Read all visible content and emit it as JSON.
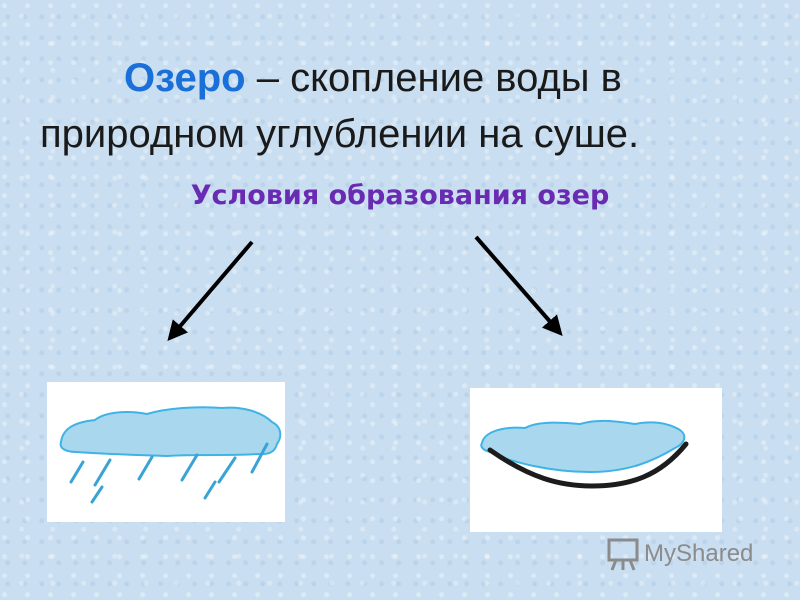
{
  "definition": {
    "term": "Озеро",
    "rest_line1": " – скопление воды в",
    "line2": "природном углублении на суше."
  },
  "subtitle": "Условия образования озер",
  "watermark": {
    "text": "MyShared",
    "icon": "presentation-board-icon"
  },
  "colors": {
    "background": "#c9def0",
    "term": "#1a6fd8",
    "subtitle": "#6a2bb3",
    "water": "#a9d8ee",
    "water_edge": "#3fb3e6"
  }
}
